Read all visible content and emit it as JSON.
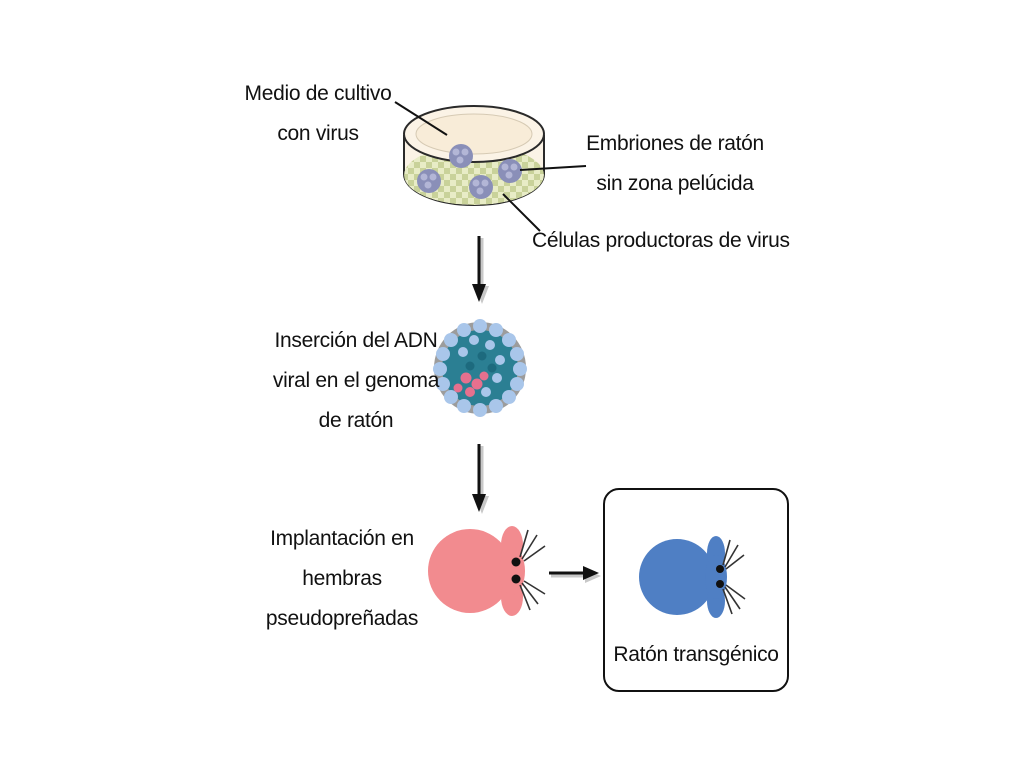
{
  "diagram": {
    "culture": {
      "medium_label": [
        "Medio de cultivo",
        "con virus"
      ],
      "embryos_label": [
        "Embriones de ratón",
        "sin zona pelúcida"
      ],
      "cells_label": "Células productoras de virus"
    },
    "insertion_label": [
      "Inserción del ADN",
      "viral en el genoma",
      "de ratón"
    ],
    "implantation_label": [
      "Implantación en",
      "hembras",
      "pseudopreñadas"
    ],
    "result_label": "Ratón transgénico"
  },
  "colors": {
    "dish_plate": "#fbf3e6",
    "dish_checker_light": "#e8ecc6",
    "dish_checker_dark": "#c9d29a",
    "embryo": "#8a8fb8",
    "blastocyst_outer": "#9bb8dd",
    "blastocyst_inner": "#1f7f8f",
    "blastocyst_infected": "#e6708e",
    "pink_mouse": "#f28b8f",
    "blue_mouse": "#4f7fc4"
  }
}
